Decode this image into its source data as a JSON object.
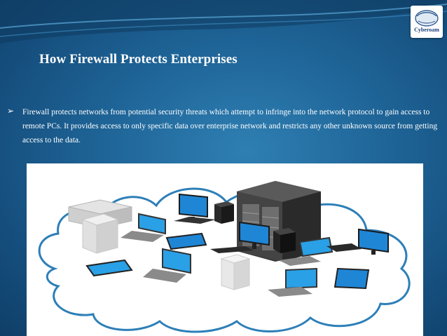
{
  "slide": {
    "title": "How Firewall Protects Enterprises",
    "bullet_symbol": "➢",
    "body": "Firewall protects networks from potential security threats which attempt to infringe into the network protocol to gain access to remote PCs. It provides access to only specific data over enterprise network and restricts any other unknown source from getting access to the data."
  },
  "logo": {
    "text": "Cyberoam",
    "icon": "cyberoam-logo"
  },
  "illustration": {
    "icon": "network-cloud-illustration",
    "devices": [
      "server-rack-icon",
      "desktop-monitor-icon",
      "laptop-icon",
      "tablet-icon",
      "printer-icon",
      "cpu-tower-icon",
      "keyboard-icon"
    ]
  },
  "colors": {
    "background": "#1f6598",
    "accent": "#2f8fc8",
    "text": "#ffffff"
  }
}
